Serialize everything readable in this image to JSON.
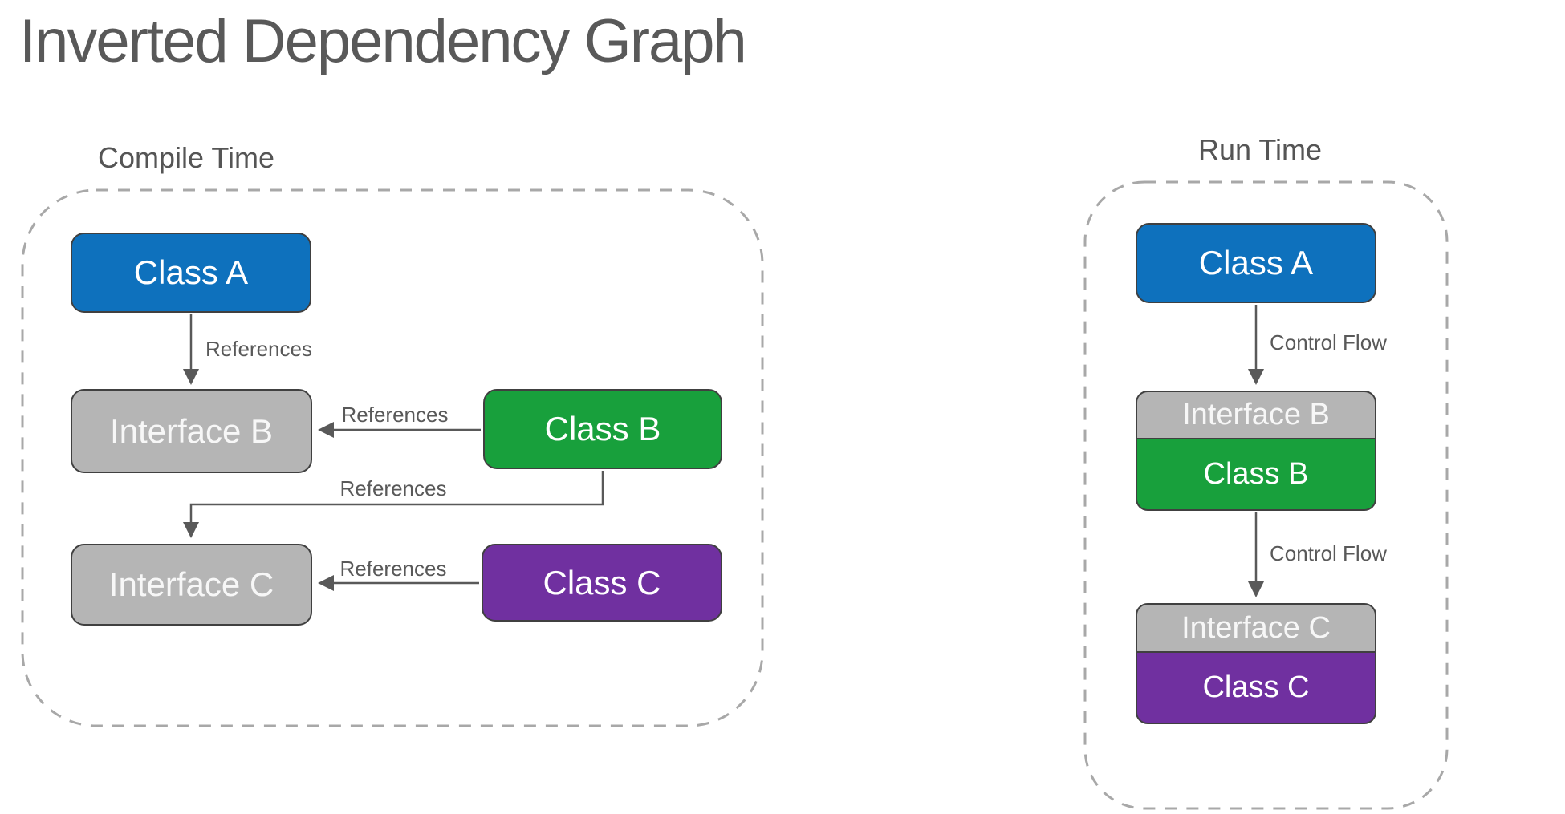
{
  "title": "Inverted Dependency Graph",
  "compile": {
    "title": "Compile Time",
    "class_a": "Class A",
    "interface_b": "Interface B",
    "class_b": "Class B",
    "interface_c": "Interface C",
    "class_c": "Class C",
    "edge_a_ib": "References",
    "edge_b_ib": "References",
    "edge_b_ic": "References",
    "edge_c_ic": "References"
  },
  "run": {
    "title": "Run Time",
    "class_a": "Class A",
    "interface_b": "Interface B",
    "class_b": "Class B",
    "interface_c": "Interface C",
    "class_c": "Class C",
    "edge_a_b": "Control Flow",
    "edge_b_c": "Control Flow"
  },
  "colors": {
    "class_a_blue": "#0e71bd",
    "class_b_green": "#18a03c",
    "class_c_purple": "#7030a0",
    "interface_gray": "#b5b5b5",
    "node_border": "#404040",
    "line_gray": "#595959",
    "container_dash_gray": "#a8a8a8",
    "title_gray": "#595959",
    "background": "#ffffff"
  }
}
